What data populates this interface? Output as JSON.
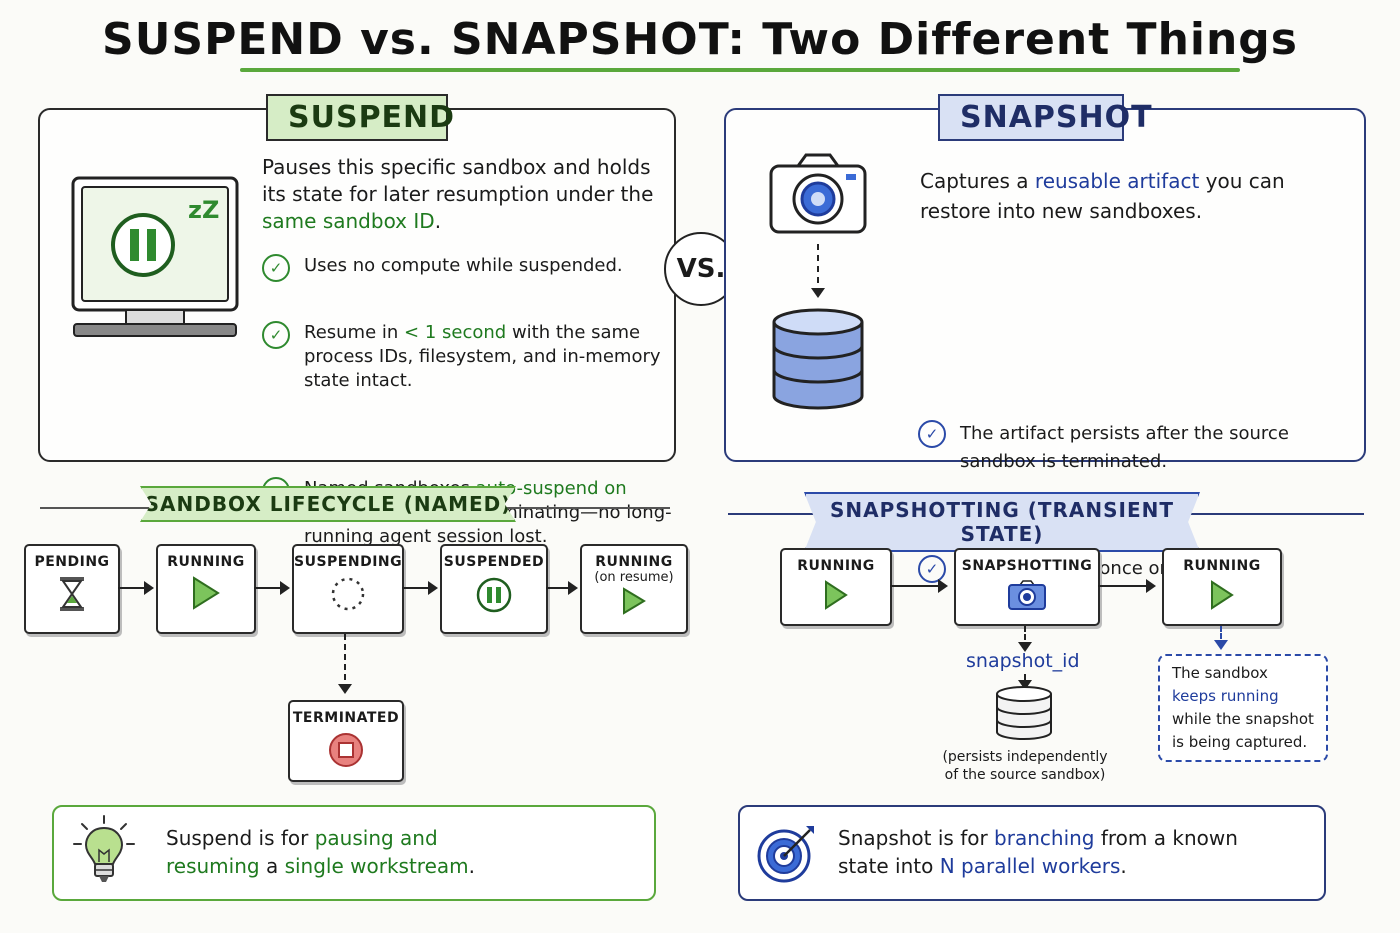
{
  "title": "SUSPEND vs. SNAPSHOT: Two Different Things",
  "vs_label": "VS.",
  "suspend": {
    "tag": "SUSPEND",
    "desc_1": "Pauses this specific sandbox and holds its state for later resumption under the ",
    "desc_hl": "same sandbox ID",
    "desc_2": ".",
    "b1": "Uses no compute while suspended.",
    "b2_pre": "Resume in ",
    "b2_hl": "< 1 second",
    "b2_post": " with the same process IDs, filesystem, and in-memory state intact.",
    "b3_pre": "Named sandboxes ",
    "b3_hl": "auto-suspend on timeout",
    "b3_post": " instead of terminating—no long-running agent session lost.",
    "zzz": "zZ"
  },
  "snapshot": {
    "tag": "SNAPSHOT",
    "desc_1": "Captures a ",
    "desc_hl": "reusable artifact",
    "desc_2": " you can restore into new sandboxes.",
    "b1": "The artifact persists after the source sandbox is terminated.",
    "b2": "Restore from it once or many times."
  },
  "lifecycle": {
    "title": "SANDBOX LIFECYCLE (NAMED)",
    "states": [
      "PENDING",
      "RUNNING",
      "SUSPENDING",
      "SUSPENDED",
      "RUNNING"
    ],
    "resume_sub": "(on resume)",
    "terminated": "TERMINATED"
  },
  "snapshotting": {
    "title": "SNAPSHOTTING (TRANSIENT STATE)",
    "states": [
      "RUNNING",
      "SNAPSHOTTING",
      "RUNNING"
    ],
    "snapshot_id": "snapshot_id",
    "persist_note": "(persists independently of the source sandbox)",
    "note_1": "The sandbox ",
    "note_hl": "keeps running",
    "note_2": " while the snapshot is being captured."
  },
  "tip_suspend": {
    "pre": "Suspend is for ",
    "hl1": "pausing and resuming",
    "mid": " a ",
    "hl2": "single workstream",
    "post": "."
  },
  "tip_snapshot": {
    "pre": "Snapshot is for ",
    "hl1": "branching",
    "mid": " from a known state into ",
    "hl2": "N parallel workers",
    "post": "."
  },
  "colors": {
    "suspend_accent": "#5aa83c",
    "snapshot_accent": "#2b4aa8",
    "terminated": "#d9534f"
  },
  "icons": [
    "monitor-icon",
    "pause-icon",
    "camera-icon",
    "database-icon",
    "hourglass-icon",
    "play-icon",
    "spinner-icon",
    "stop-icon",
    "lightbulb-icon",
    "target-icon",
    "check-icon"
  ]
}
